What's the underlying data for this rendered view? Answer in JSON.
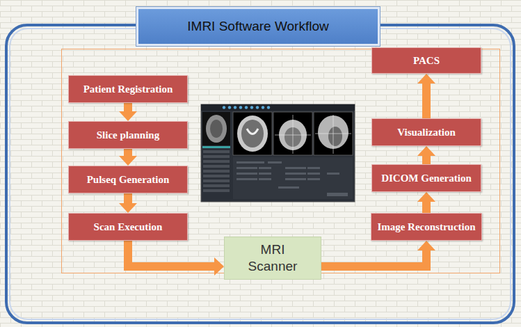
{
  "diagram": {
    "title": "IMRI Software Workflow",
    "nodes": [
      {
        "text": [
          "Patient Registration"
        ]
      },
      {
        "text": [
          "Slice planning"
        ]
      },
      {
        "text": [
          "Pulseq Generation"
        ]
      },
      {
        "text": [
          "Scan Execution"
        ]
      },
      {
        "text": [
          "MRI Scanner"
        ]
      },
      {
        "text": [
          "Image Reconstruction"
        ]
      },
      {
        "text": [
          "DICOM Generation"
        ]
      },
      {
        "text": [
          "Visualization"
        ]
      },
      {
        "text": [
          "PACS"
        ]
      }
    ],
    "edges": [
      {
        "from": 0,
        "to": 1,
        "arrow": "to"
      },
      {
        "from": 1,
        "to": 2,
        "arrow": "to"
      },
      {
        "from": 2,
        "to": 3,
        "arrow": "to"
      },
      {
        "from": 3,
        "to": 4,
        "arrow": "to"
      },
      {
        "from": 4,
        "to": 5,
        "arrow": "to"
      },
      {
        "from": 5,
        "to": 6,
        "arrow": "to"
      },
      {
        "from": 6,
        "to": 7,
        "arrow": "to"
      },
      {
        "from": 7,
        "to": 8,
        "arrow": "to"
      }
    ]
  }
}
